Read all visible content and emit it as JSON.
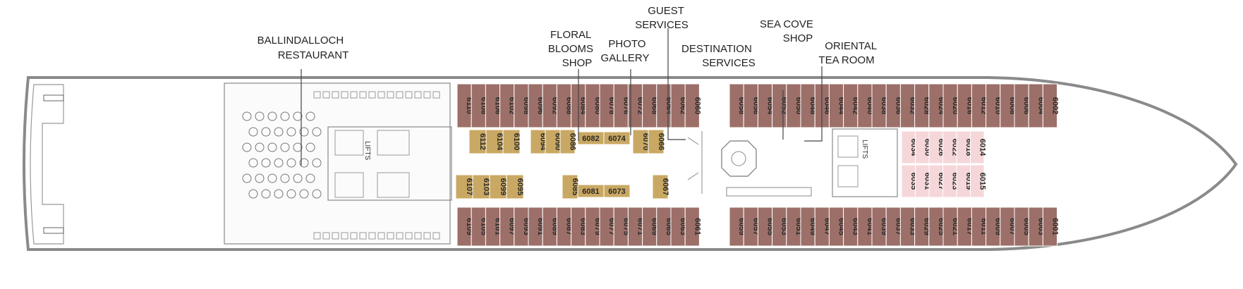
{
  "labels": {
    "ballindalloch": [
      "BALLINDALLOCH",
      "RESTAURANT"
    ],
    "floral": [
      "FLORAL",
      "BLOOMS",
      "SHOP"
    ],
    "photo": [
      "PHOTO",
      "GALLERY"
    ],
    "guest": [
      "GUEST",
      "SERVICES"
    ],
    "destination": [
      "DESTINATION",
      "SERVICES"
    ],
    "seacove": [
      "SEA COVE",
      "SHOP"
    ],
    "oriental": [
      "ORIENTAL",
      "TEA ROOM"
    ]
  },
  "lifts_label": "LIFTS",
  "colors": {
    "hull_outline": "#8a8a8a",
    "cabin_outer": "#9c6f68",
    "cabin_inner": "#c9a863",
    "cabin_pink": "#f6d7d9",
    "floor": "#ffffff",
    "furniture": "#777777"
  },
  "cabins": {
    "top_row": [
      "6110",
      "6108",
      "6106",
      "6102",
      "6098",
      "6096",
      "6092",
      "6088",
      "6084",
      "6080",
      "6078",
      "6076",
      "6072",
      "6068",
      "6064",
      "6062",
      "6060",
      "6058",
      "6056",
      "6054",
      "6052",
      "6050",
      "6048",
      "6046",
      "6044",
      "6042",
      "6040",
      "6038",
      "6036",
      "6032",
      "6028",
      "6024",
      "6020",
      "6016",
      "6012",
      "6010",
      "6008",
      "6006",
      "6004",
      "6002"
    ],
    "bottom_row": [
      "6109",
      "6105",
      "6101",
      "6097",
      "6093",
      "6091",
      "6089",
      "6087",
      "6083",
      "6079",
      "6077",
      "6075",
      "6071",
      "6069",
      "6065",
      "6063",
      "6061",
      "6059",
      "6057",
      "6055",
      "6053",
      "6051",
      "6049",
      "6047",
      "6045",
      "6043",
      "6041",
      "6039",
      "6037",
      "6033",
      "6029",
      "6025",
      "6021",
      "6017",
      "6011",
      "6009",
      "6007",
      "6005",
      "6003",
      "6001"
    ],
    "inner_top_a": [
      "6112",
      "6104",
      "6100"
    ],
    "inner_top_b": [
      "6094",
      "6090",
      "6086"
    ],
    "inner_top_c_horiz": [
      "6082",
      "6074"
    ],
    "inner_top_d": [
      "6070",
      "6066"
    ],
    "inner_bottom_a": [
      "6107",
      "6103",
      "6099",
      "6095"
    ],
    "inner_bottom_b": [
      "6085"
    ],
    "inner_bottom_c_horiz": [
      "6081",
      "6073"
    ],
    "inner_bottom_d": [
      "6067"
    ],
    "pink_top": [
      "6034",
      "6030",
      "6026",
      "6022",
      "6018",
      "6014"
    ],
    "pink_bottom": [
      "6035",
      "6031",
      "6027",
      "6023",
      "6019",
      "6015"
    ]
  }
}
